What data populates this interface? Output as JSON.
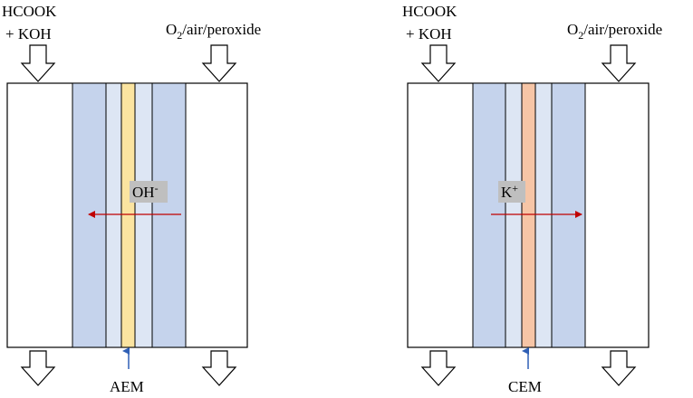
{
  "colors": {
    "gde": "#c5d3ec",
    "catalyst": "#dde6f4",
    "aem": "#fbe4a0",
    "cem": "#f6c5a6",
    "ion_arrow": "#c00000",
    "membrane_arrow": "#2f5fb5",
    "ion_label_bg": "#bfbfbf",
    "outline": "#000000"
  },
  "cells": [
    {
      "id": "aem-cell",
      "fuel": {
        "line1": "HCOOK",
        "line2": "+ KOH"
      },
      "oxidant": {
        "o": "O",
        "sub": "2",
        "rest": "/air/peroxide"
      },
      "ion": {
        "base": "OH",
        "sup": "-",
        "direction": "left"
      },
      "membrane": {
        "label": "AEM",
        "color_key": "aem"
      }
    },
    {
      "id": "cem-cell",
      "fuel": {
        "line1": "HCOOK",
        "line2": "+ KOH"
      },
      "oxidant": {
        "o": "O",
        "sub": "2",
        "rest": "/air/peroxide"
      },
      "ion": {
        "base": "K",
        "sup": "+",
        "direction": "right"
      },
      "membrane": {
        "label": "CEM",
        "color_key": "cem"
      }
    }
  ]
}
